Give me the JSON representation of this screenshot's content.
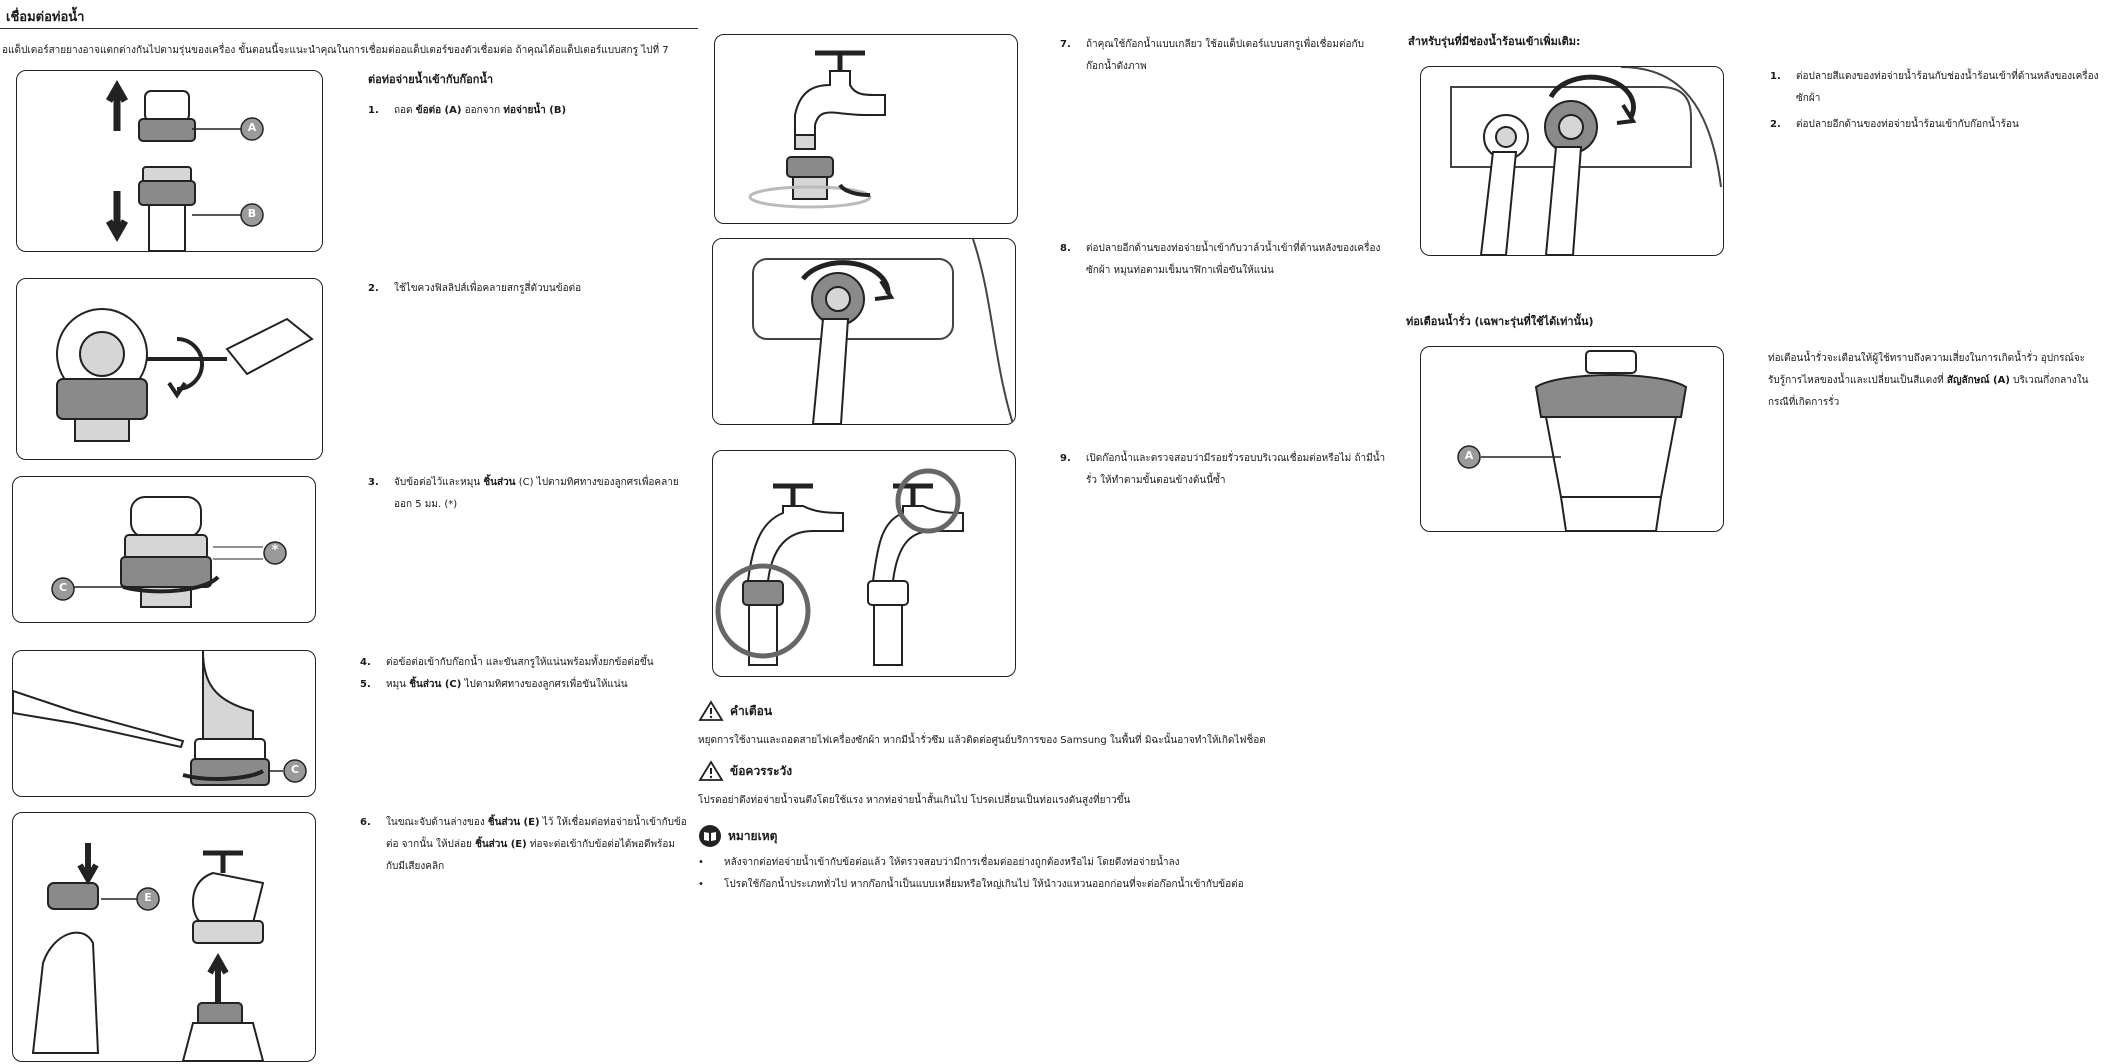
{
  "page": {
    "title": "เชื่อมต่อท่อน้ำ",
    "intro": "อแด็ปเตอร์สายยางอาจแตกต่างกันไปตามรุ่นของเครื่อง ขั้นตอนนี้จะแนะนำคุณในการเชื่อมต่ออแด็ปเตอร์ของตัวเชื่อมต่อ ถ้าคุณได้อแด็ปเตอร์แบบสกรู ไปที่ 7"
  },
  "section_faucet": {
    "heading": "ต่อท่อจ่ายน้ำเข้ากับก๊อกน้ำ",
    "steps": [
      {
        "num": "1.",
        "pre": "ถอด ",
        "b1": "ข้อต่อ (A)",
        "mid": " ออกจาก ",
        "b2": "ท่อจ่ายน้ำ (B)",
        "post": ""
      },
      {
        "num": "2.",
        "text": "ใช้ไขควงฟิลลิปส์เพื่อคลายสกรูสี่ตัวบนข้อต่อ"
      },
      {
        "num": "3.",
        "pre": "จับข้อต่อไว้และหมุน ",
        "b1": "ชิ้นส่วน",
        "post": " (C) ไปตามทิศทางของลูกศรเพื่อคลาย",
        "line2": "ออก 5 มม. (*)"
      },
      {
        "num": "4.",
        "text": "ต่อข้อต่อเข้ากับก๊อกน้ำ และขันสกรูให้แน่นพร้อมทั้งยกข้อต่อขึ้น"
      },
      {
        "num": "5.",
        "pre": "หมุน ",
        "b1": "ชิ้นส่วน (C)",
        "post": " ไปตามทิศทางของลูกศรเพื่อขันให้แน่น"
      },
      {
        "num": "6.",
        "pre": "ในขณะจับด้านล่างของ ",
        "b1": "ชิ้นส่วน (E)",
        "mid": " ไว้ ให้เชื่อมต่อท่อจ่ายน้ำเข้ากับข้อ",
        "line2a": "ต่อ จากนั้น ให้ปล่อย ",
        "b2": "ชิ้นส่วน (E)",
        "line2b": " ท่อจะต่อเข้ากับข้อต่อได้พอดีพร้อม",
        "line3": "กับมีเสียงคลิก"
      },
      {
        "num": "7.",
        "text": "ถ้าคุณใช้ก๊อกน้ำแบบเกลียว ใช้อแด็ปเตอร์แบบสกรูเพื่อเชื่อมต่อกับ",
        "line2": "ก๊อกน้ำดังภาพ"
      },
      {
        "num": "8.",
        "text": "ต่อปลายอีกด้านของท่อจ่ายน้ำเข้ากับวาล์วน้ำเข้าที่ด้านหลังของเครื่อง",
        "line2": "ซักผ้า หมุนท่อตามเข็มนาฬิกาเพื่อขันให้แน่น"
      },
      {
        "num": "9.",
        "text": "เปิดก๊อกน้ำและตรวจสอบว่ามีรอยรั่วรอบบริเวณเชื่อมต่อหรือไม่ ถ้ามีน้ำ",
        "line2": "รั่ว ให้ทำตามขั้นตอนข้างต้นนี้ซ้ำ"
      }
    ]
  },
  "labels": {
    "a": "A",
    "b": "B",
    "c": "C",
    "e": "E",
    "star": "*"
  },
  "warning": {
    "title": "คำเตือน",
    "text": "หยุดการใช้งานและถอดสายไฟเครื่องซักผ้า หากมีน้ำรั่วซึม แล้วติดต่อศูนย์บริการของ Samsung ในพื้นที่ มิฉะนั้นอาจทำให้เกิดไฟช็อต"
  },
  "caution": {
    "title": "ข้อควรระวัง",
    "text": "โปรดอย่าดึงท่อจ่ายน้ำจนตึงโดยใช้แรง หากท่อจ่ายน้ำสั้นเกินไป โปรดเปลี่ยนเป็นท่อแรงดันสูงที่ยาวขึ้น"
  },
  "note": {
    "title": "หมายเหตุ",
    "bullets": [
      "หลังจากต่อท่อจ่ายน้ำเข้ากับข้อต่อแล้ว ให้ตรวจสอบว่ามีการเชื่อมต่ออย่างถูกต้องหรือไม่ โดยดึงท่อจ่ายน้ำลง",
      "โปรดใช้ก๊อกน้ำประเภททั่วไป หากก๊อกน้ำเป็นแบบเหลี่ยมหรือใหญ่เกินไป ให้นำวงแหวนออกก่อนที่จะต่อก๊อกน้ำเข้ากับข้อต่อ"
    ],
    "bullet_char": "•"
  },
  "hot_water": {
    "heading": "สำหรับรุ่นที่มีช่องน้ำร้อนเข้าเพิ่มเติม:",
    "steps": [
      {
        "num": "1.",
        "text": "ต่อปลายสีแดงของท่อจ่ายน้ำร้อนกับช่องน้ำร้อนเข้าที่ด้านหลังของเครื่อง",
        "line2": "ซักผ้า"
      },
      {
        "num": "2.",
        "text": "ต่อปลายอีกด้านของท่อจ่ายน้ำร้อนเข้ากับก๊อกน้ำร้อน"
      }
    ]
  },
  "leak_hose": {
    "heading": "ท่อเตือนน้ำรั่ว (เฉพาะรุ่นที่ใช้ได้เท่านั้น)",
    "line1": "ท่อเตือนน้ำรั่วจะเตือนให้ผู้ใช้ทราบถึงความเสี่ยงในการเกิดน้ำรั่ว อุปกรณ์จะ",
    "line2": "รับรู้การไหลของน้ำและเปลี่ยนเป็นสีแดงที่ ",
    "bold": "สัญลักษณ์ (A)",
    "line2b": " บริเวณกึ่งกลางใน",
    "line3": "กรณีที่เกิดการรั่ว"
  },
  "colors": {
    "badge_fill": "#9a9a9a",
    "line": "#222222",
    "gray_fill": "#8a8a8a",
    "light_fill": "#d6d6d6"
  }
}
